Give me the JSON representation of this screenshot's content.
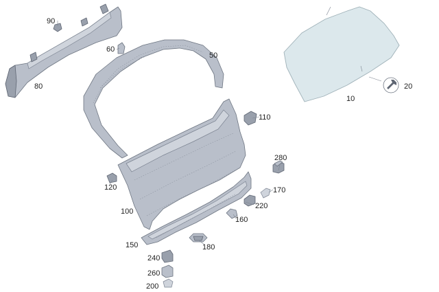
{
  "diagram": {
    "labels": {
      "p10": "10",
      "p20": "20",
      "p50": "50",
      "p60": "60",
      "p80": "80",
      "p90": "90",
      "p100": "100",
      "p110": "110",
      "p120": "120",
      "p150": "150",
      "p160": "160",
      "p170": "170",
      "p180": "180",
      "p200": "200",
      "p220": "220",
      "p240": "240",
      "p260": "260",
      "p280": "280"
    },
    "colors": {
      "part": "#b9bfca",
      "part_outline": "#6c7480",
      "glass": "#dce8ec",
      "label": "#1e1e1e"
    }
  }
}
